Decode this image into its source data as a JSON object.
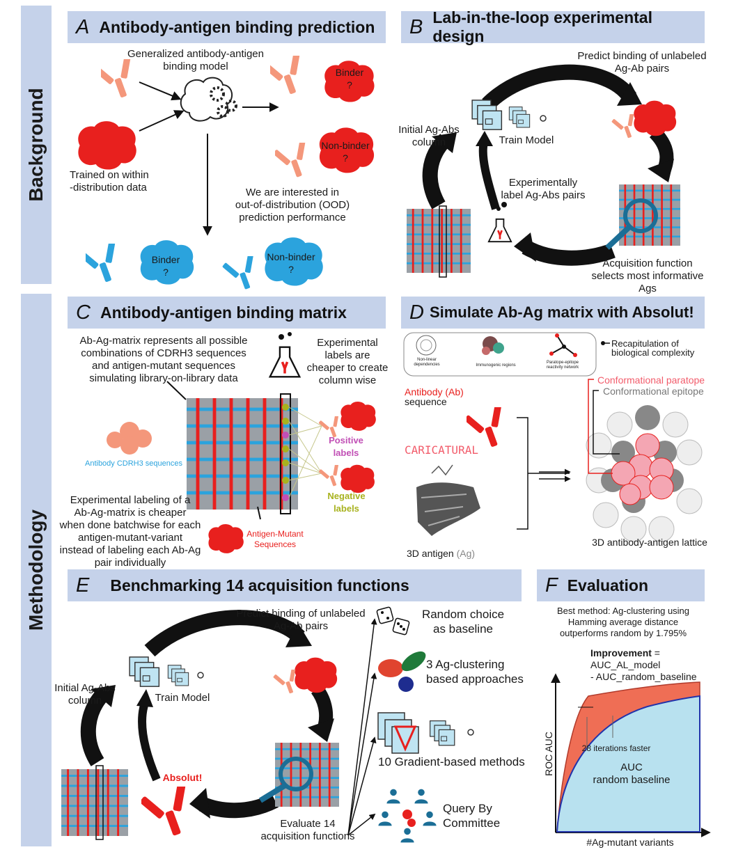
{
  "sidebar": {
    "background": "Background",
    "methodology": "Methodology"
  },
  "panels": {
    "A": {
      "letter": "A",
      "title": "Antibody-antigen binding prediction",
      "model_label_1": "Generalized antibody-antigen",
      "model_label_2": "binding model",
      "trained_1": "Trained on within",
      "trained_2": "-distribution data",
      "binder_red_1": "Binder",
      "binder_red_2": "?",
      "nonbinder_red_1": "Non-binder",
      "nonbinder_red_2": "?",
      "ood_1": "We are interested in",
      "ood_2": "out-of-distribution (OOD)",
      "ood_3": "prediction performance",
      "binder_blue_1": "Binder",
      "binder_blue_2": "?",
      "nonbinder_blue_1": "Non-binder",
      "nonbinder_blue_2": "?"
    },
    "B": {
      "letter": "B",
      "title": "Lab-in-the-loop experimental design",
      "predict_1": "Predict binding of unlabeled",
      "predict_2": "Ag-Ab pairs",
      "initial_1": "Initial Ag-Abs",
      "initial_2": "column",
      "train": "Train Model",
      "exp_1": "Experimentally",
      "exp_2": "label Ag-Abs pairs",
      "acq_1": "Acquisition function",
      "acq_2": "selects most informative",
      "acq_3": "Ags"
    },
    "C": {
      "letter": "C",
      "title": "Antibody-antigen binding matrix",
      "matrix_1": "Ab-Ag-matrix represents all possible",
      "matrix_2": "combinations of CDRH3 sequences",
      "matrix_3": "and antigen-mutant sequences",
      "matrix_4": "simulating library-on-library data",
      "explab_1": "Experimental",
      "explab_2": "labels are",
      "explab_3": "cheaper to create",
      "explab_4": "column wise",
      "cdrh3": "Antibody CDRH3 sequences",
      "positive_1": "Positive",
      "positive_2": "labels",
      "negative_1": "Negative",
      "negative_2": "labels",
      "batch_1": "Experimental labeling of a",
      "batch_2": "Ab-Ag-matrix is cheaper",
      "batch_3": "when done batchwise for each",
      "batch_4": "antigen-mutant-variant",
      "batch_5": "instead of labeling each Ab-Ag",
      "batch_6": "pair individually",
      "antigen_mut_1": "Antigen-Mutant",
      "antigen_mut_2": "Sequences"
    },
    "D": {
      "letter": "D",
      "title": "Simulate Ab-Ag matrix with Absolut!",
      "icon_1a": "Non-linear",
      "icon_1b": "dependencies",
      "icon_2": "Immunogenic regions",
      "icon_3a": "Paratope-epitope",
      "icon_3b": "reactivity network",
      "recap_1": "Recapitulation of",
      "recap_2": "biological complexity",
      "ab_seq_1": "Antibody (Ab)",
      "ab_seq_2": "sequence",
      "sequence": "CARICATURAL",
      "conf_paratope": "Conformational paratope",
      "conf_epitope": "Conformational epitope",
      "antigen_3d_a": "3D antigen",
      "antigen_3d_b": "(Ag)",
      "lattice": "3D antibody-antigen lattice"
    },
    "E": {
      "letter": "E",
      "title": "Benchmarking 14 acquisition functions",
      "predict_1": "Predict binding of unlabeled",
      "predict_2": "Ag-Ab pairs",
      "initial_1": "Initial Ag-Abs",
      "initial_2": "column",
      "train": "Train Model",
      "absolut": "Absolut!",
      "eval_1": "Evaluate 14",
      "eval_2": "acquisition functions",
      "rand_1": "Random choice",
      "rand_2": "as baseline",
      "clust_1": "3 Ag-clustering",
      "clust_2": "based approaches",
      "grad": "10 Gradient-based methods",
      "qbc_1": "Query By",
      "qbc_2": "Committee"
    },
    "F": {
      "letter": "F",
      "title": "Evaluation",
      "best_1": "Best method: Ag-clustering using",
      "best_2": "Hamming average distance",
      "best_3": "outperforms random by 1.795%",
      "improv_bold": "Improvement",
      "improv_eq": " =",
      "improv_2": "AUC_AL_model",
      "improv_3": "- AUC_random_baseline",
      "faster": "28 iterations faster",
      "auc_1": "AUC",
      "auc_2": "random baseline",
      "ylabel": "ROC AUC",
      "xlabel": "#Ag-mutant variants"
    }
  },
  "colors": {
    "header": "#c5d2ea",
    "red": "#e8201e",
    "salmon": "#f4977b",
    "blue": "#2ba3dd",
    "lightblue": "#bfe4f2",
    "gray": "#9aa0a6",
    "olive": "#a8b21e",
    "magenta": "#c14fb5",
    "pink": "#f25c6b"
  }
}
